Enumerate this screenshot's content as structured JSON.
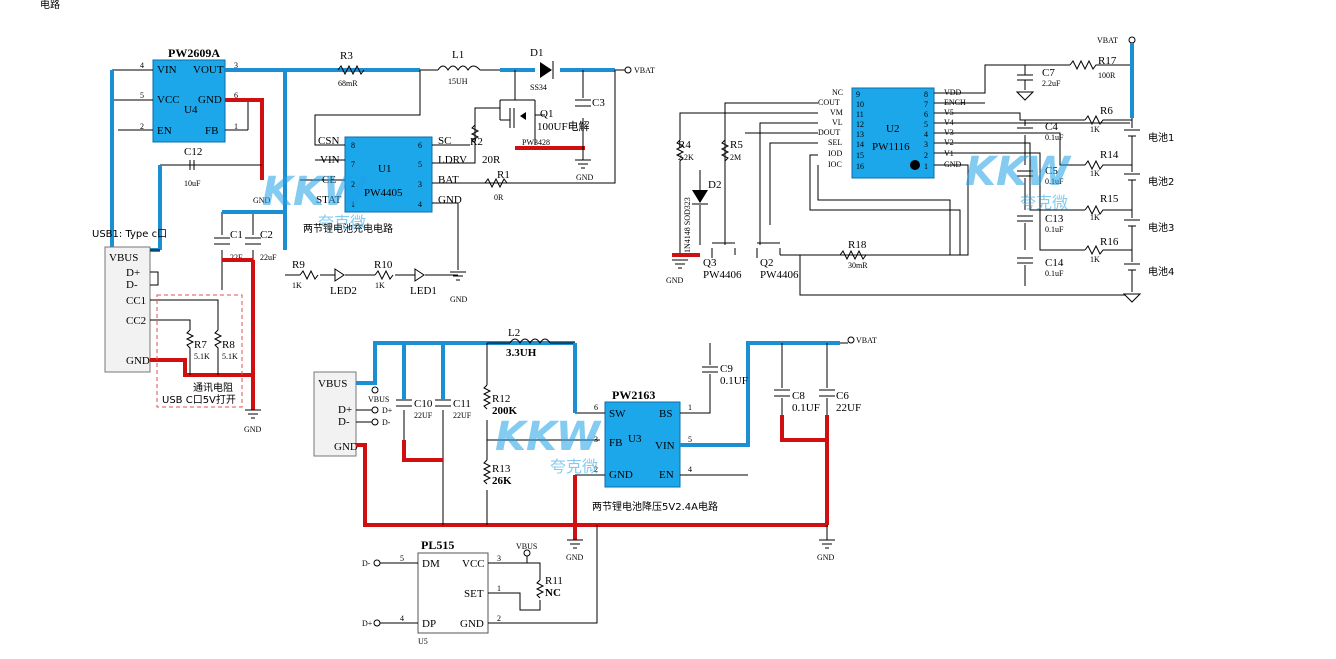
{
  "header": {
    "partial_title": "电路"
  },
  "charger": {
    "u4": {
      "part": "PW2609A",
      "ref": "U4",
      "pins": [
        "VIN",
        "VCC",
        "EN",
        "VOUT",
        "GND",
        "FB"
      ],
      "pin_nums": [
        "4",
        "5",
        "2",
        "3",
        "6",
        "1"
      ]
    },
    "r3": {
      "ref": "R3",
      "val": "68mR"
    },
    "l1": {
      "ref": "L1",
      "val": "15UH"
    },
    "d1": {
      "ref": "D1",
      "val": "SS34"
    },
    "q1": {
      "ref": "Q1",
      "val": "PW3428"
    },
    "c3": {
      "ref": "C3",
      "val": "100UF电解"
    },
    "c12": {
      "ref": "C12",
      "val": "10uF"
    },
    "c1": {
      "ref": "C1",
      "val": "22F"
    },
    "c2": {
      "ref": "C2",
      "val": "22uF"
    },
    "u1": {
      "ref": "U1",
      "part": "PW4405",
      "pins_left": [
        "CSN",
        "VIN",
        "CE",
        "STAT"
      ],
      "pins_right": [
        "SC",
        "LDRV",
        "BAT",
        "GND"
      ],
      "nums_left": [
        "8",
        "7",
        "2",
        "1"
      ],
      "nums_right": [
        "6",
        "5",
        "3",
        "4"
      ]
    },
    "r2": {
      "ref": "R2",
      "val": "20R"
    },
    "r1": {
      "ref": "R1",
      "val": "0R"
    },
    "r9": {
      "ref": "R9",
      "val": "1K"
    },
    "r10": {
      "ref": "R10",
      "val": "1K"
    },
    "led2": "LED2",
    "led1": "LED1",
    "caption": "两节锂电池充电电路",
    "vbat": "VBAT",
    "gnd": "GND"
  },
  "usb1": {
    "title": "USB1: Type c口",
    "pins": [
      "VBUS",
      "D+",
      "D-",
      "CC1",
      "CC2",
      "GND"
    ],
    "r7": {
      "ref": "R7",
      "val": "5.1K"
    },
    "r8": {
      "ref": "R8",
      "val": "5.1K"
    },
    "note1": "通讯电阻",
    "note2": "USB C口5V打开"
  },
  "balancer": {
    "u2": {
      "ref": "U2",
      "part": "PW1116",
      "pins_left": [
        "NC",
        "COUT",
        "VM",
        "VL",
        "DOUT",
        "SEL",
        "IOD",
        "IOC"
      ],
      "nums_left": [
        "9",
        "10",
        "11",
        "12",
        "13",
        "14",
        "15",
        "16"
      ],
      "pins_right": [
        "VDD",
        "ENCH",
        "V5",
        "V4",
        "V3",
        "V2",
        "V1",
        "GND"
      ],
      "nums_right": [
        "8",
        "7",
        "6",
        "5",
        "4",
        "3",
        "2",
        "1"
      ]
    },
    "r4": {
      "ref": "R4",
      "val": "2.2K"
    },
    "r5": {
      "ref": "R5",
      "val": "2M"
    },
    "d2": {
      "ref": "D2",
      "val": "1N4148 SOD323"
    },
    "q3": {
      "ref": "Q3",
      "val": "PW4406"
    },
    "q2": {
      "ref": "Q2",
      "val": "PW4406"
    },
    "r18": {
      "ref": "R18",
      "val": "30mR"
    },
    "r17": {
      "ref": "R17",
      "val": "100R"
    },
    "c7": {
      "ref": "C7",
      "val": "2.2uF"
    },
    "r6": {
      "ref": "R6",
      "val": "1K"
    },
    "r14": {
      "ref": "R14",
      "val": "1K"
    },
    "r15": {
      "ref": "R15",
      "val": "1K"
    },
    "r16": {
      "ref": "R16",
      "val": "1K"
    },
    "c4": {
      "ref": "C4",
      "val": "0.1uF"
    },
    "c5": {
      "ref": "C5",
      "val": "0.1uF"
    },
    "c13": {
      "ref": "C13",
      "val": "0.1uF"
    },
    "c14": {
      "ref": "C14",
      "val": "0.1uF"
    },
    "cells": [
      "电池1",
      "电池2",
      "电池3",
      "电池4"
    ],
    "vbat": "VBAT"
  },
  "buck": {
    "u3": {
      "ref": "U3",
      "part": "PW2163",
      "pins": [
        "SW",
        "FB",
        "GND",
        "BS",
        "VIN",
        "EN"
      ],
      "nums": [
        "6",
        "3",
        "2",
        "1",
        "5",
        "4"
      ]
    },
    "l2": {
      "ref": "L2",
      "val": "3.3UH"
    },
    "c9": {
      "ref": "C9",
      "val": "0.1UF"
    },
    "c10": {
      "ref": "C10",
      "val": "22UF"
    },
    "c11": {
      "ref": "C11",
      "val": "22UF"
    },
    "r12": {
      "ref": "R12",
      "val": "200K"
    },
    "r13": {
      "ref": "R13",
      "val": "26K"
    },
    "c8": {
      "ref": "C8",
      "val": "0.1UF"
    },
    "c6": {
      "ref": "C6",
      "val": "22UF"
    },
    "usb_pins": [
      "VBUS",
      "D+",
      "D-",
      "GND"
    ],
    "caption": "两节锂电池降压5V2.4A电路",
    "vbat": "VBAT",
    "vbus": "VBUS"
  },
  "pl515": {
    "part": "PL515",
    "ref": "U5",
    "pins": [
      "DM",
      "DP",
      "VCC",
      "SET",
      "GND"
    ],
    "nums": [
      "5",
      "4",
      "3",
      "1",
      "2"
    ],
    "r11": {
      "ref": "R11",
      "val": "NC"
    },
    "vbus": "VBUS",
    "dm_net": "D-",
    "dp_net": "D+"
  },
  "watermark": {
    "text": "KKW",
    "sub": "夸克微"
  }
}
